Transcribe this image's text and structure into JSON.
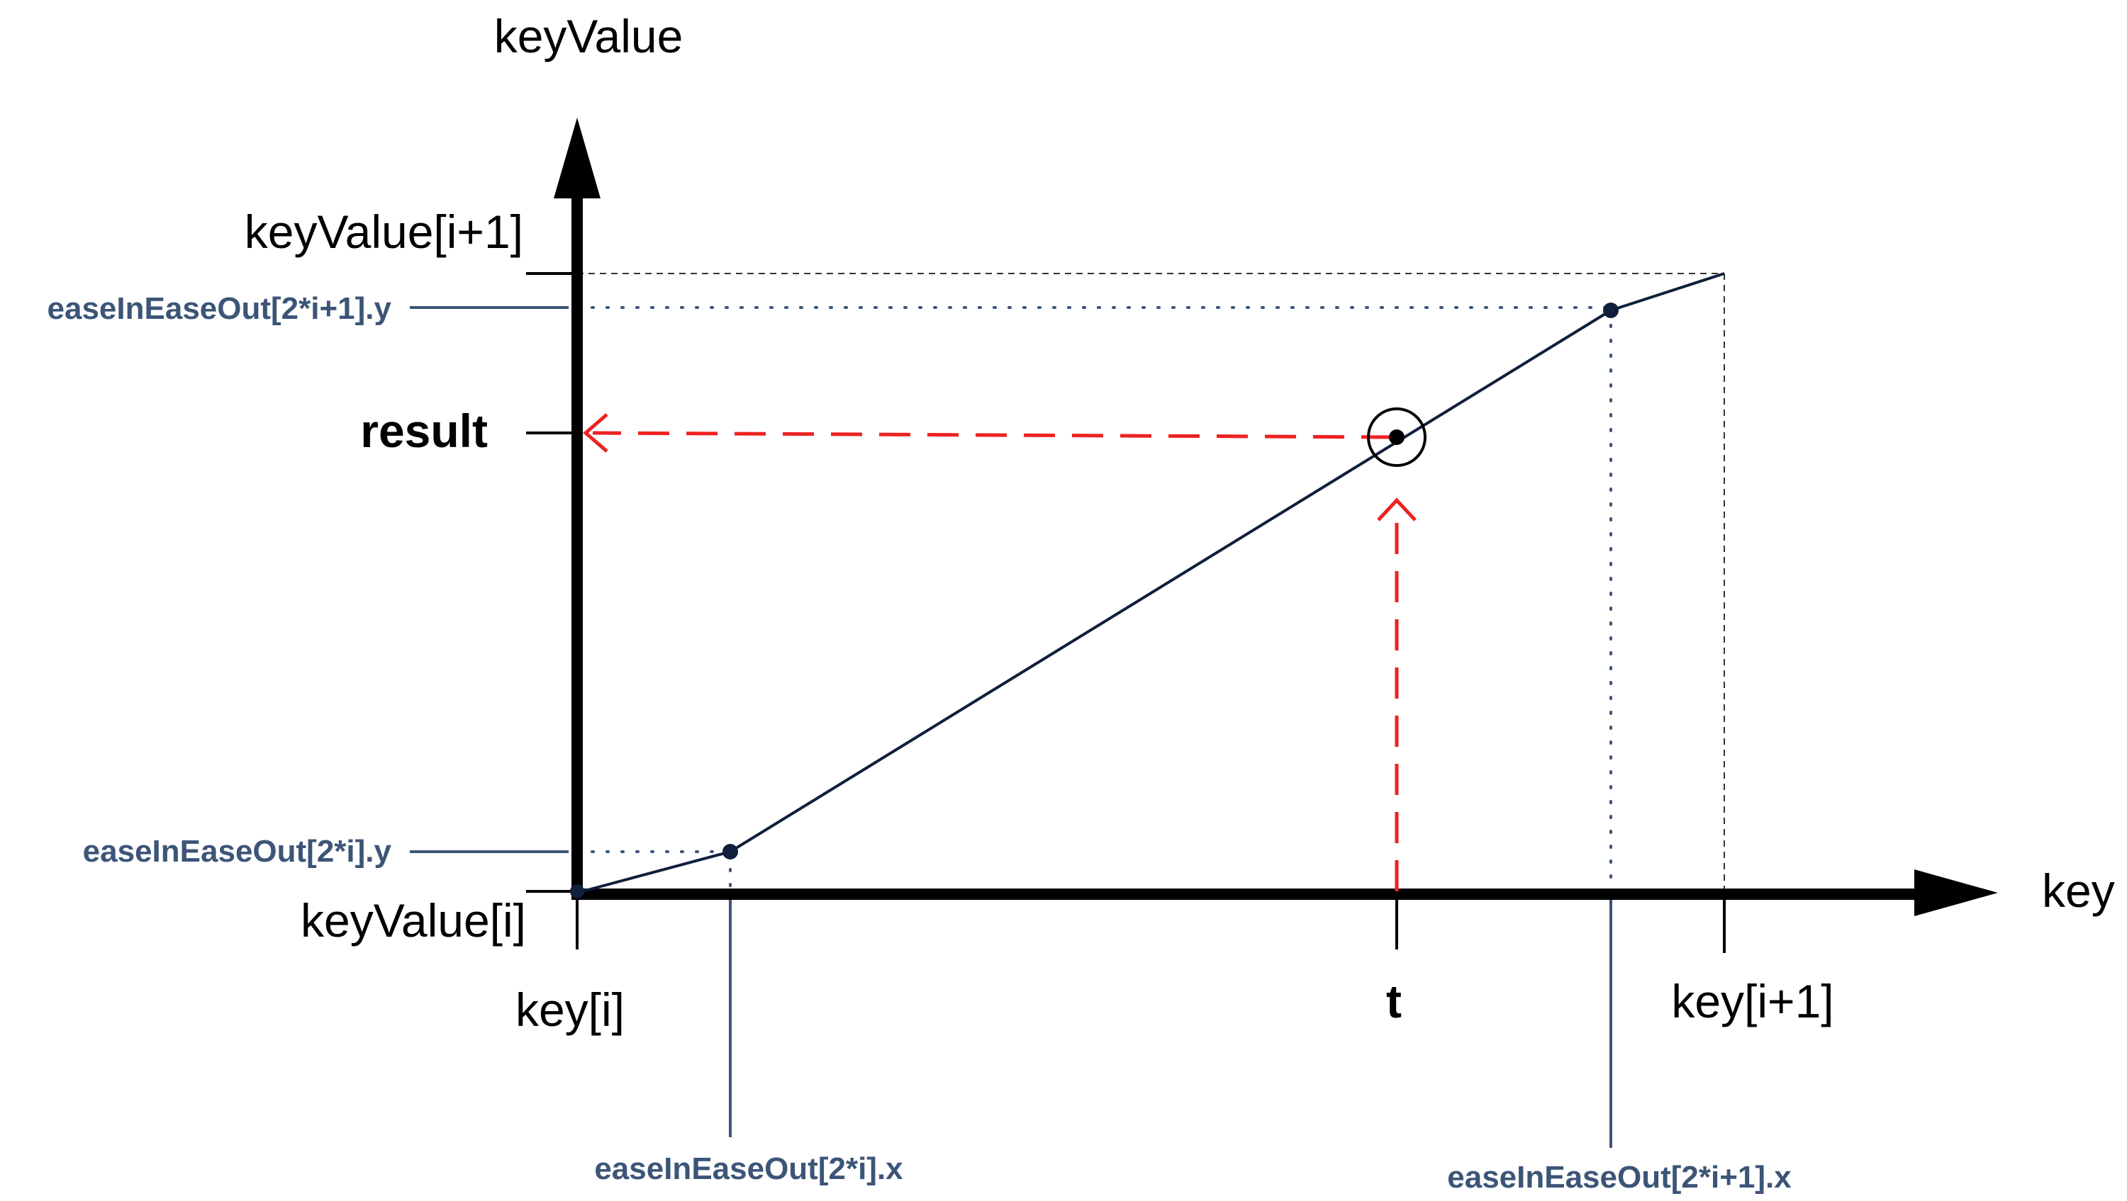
{
  "diagram": {
    "axes": {
      "y_axis_label": "keyValue",
      "x_axis_label": "key"
    },
    "y_labels": {
      "top": "keyValue[i+1]",
      "ease_out_y": "easeInEaseOut[2*i+1].y",
      "result": "result",
      "ease_in_y": "easeInEaseOut[2*i].y",
      "bottom": "keyValue[i]"
    },
    "x_labels": {
      "start": "key[i]",
      "t": "t",
      "end": "key[i+1]",
      "ease_in_x": "easeInEaseOut[2*i].x",
      "ease_out_x": "easeInEaseOut[2*i+1].x"
    },
    "colors": {
      "axis": "#000000",
      "curve": "#0f1f3c",
      "leader": "#3c5577",
      "highlight": "#ee2222"
    }
  }
}
